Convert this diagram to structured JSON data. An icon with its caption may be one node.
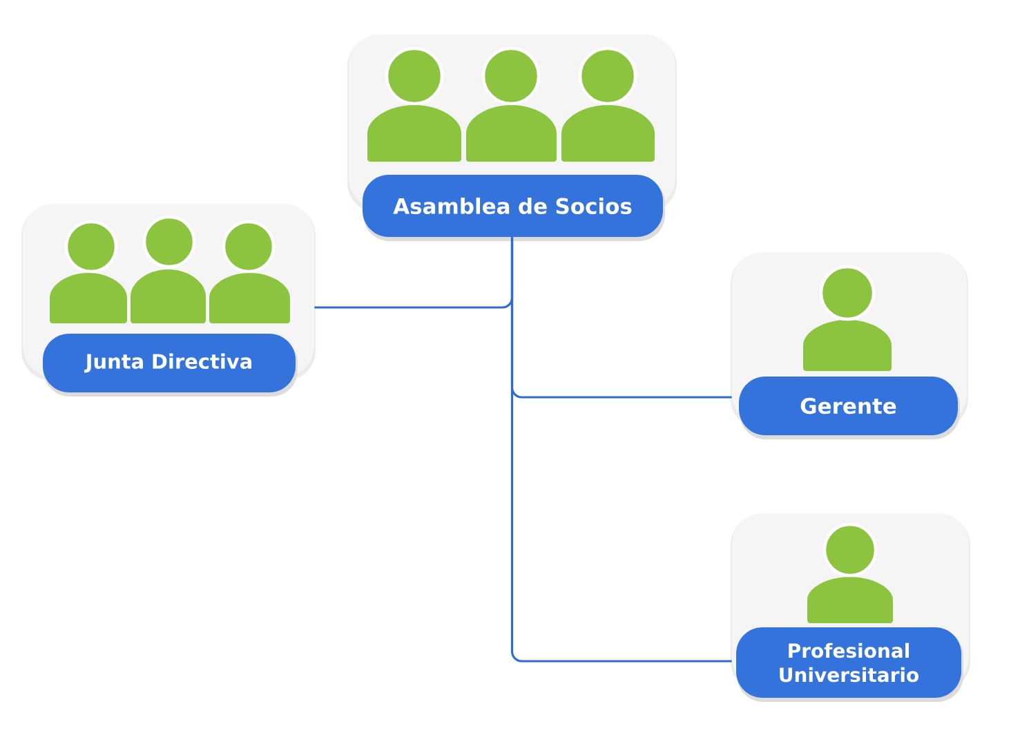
{
  "diagram": {
    "nodes": [
      {
        "text": [
          "Asamblea de Socios"
        ]
      },
      {
        "text": [
          "Junta Directiva"
        ]
      },
      {
        "text": [
          "Gerente"
        ]
      },
      {
        "text": [
          "Profesional Universitario"
        ]
      }
    ],
    "edges": [
      {
        "from": 0,
        "to": 1,
        "arrow": "none"
      },
      {
        "from": 0,
        "to": 2,
        "arrow": "none"
      },
      {
        "from": 0,
        "to": 3,
        "arrow": "none"
      }
    ]
  }
}
